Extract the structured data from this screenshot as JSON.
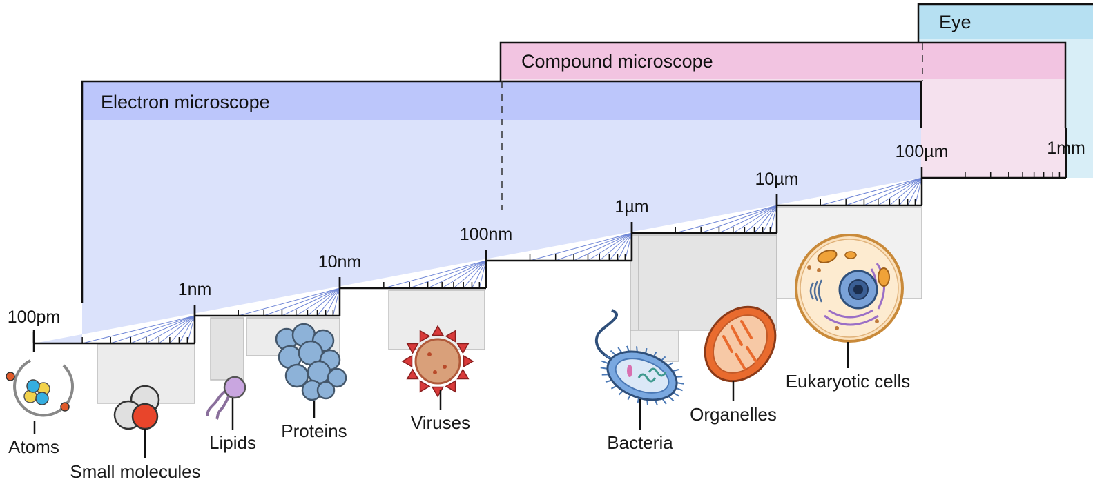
{
  "instruments": {
    "electron": {
      "label": "Electron microscope",
      "color_head": "#bcc6fb",
      "color_body": "#dbe2fb"
    },
    "compound": {
      "label": "Compound microscope",
      "color_head": "#f2c4e1",
      "color_body": "#f5e1ee"
    },
    "eye": {
      "label": "Eye",
      "color_head": "#b6e0f2",
      "color_body": "#d8eef7"
    }
  },
  "scale_labels": [
    "100pm",
    "1nm",
    "10nm",
    "100nm",
    "1µm",
    "10µm",
    "100µm",
    "1mm"
  ],
  "objects": [
    {
      "key": "atoms",
      "label": "Atoms",
      "icon": "atom-icon"
    },
    {
      "key": "small_molecules",
      "label": "Small molecules",
      "icon": "molecule-icon"
    },
    {
      "key": "lipids",
      "label": "Lipids",
      "icon": "lipid-icon"
    },
    {
      "key": "proteins",
      "label": "Proteins",
      "icon": "protein-icon"
    },
    {
      "key": "viruses",
      "label": "Viruses",
      "icon": "virus-icon"
    },
    {
      "key": "bacteria",
      "label": "Bacteria",
      "icon": "bacterium-icon"
    },
    {
      "key": "organelles",
      "label": "Organelles",
      "icon": "mitochondrion-icon"
    },
    {
      "key": "eukaryotic_cells",
      "label": "Eukaryotic cells",
      "icon": "cell-icon"
    }
  ],
  "colors": {
    "fan_line": "#6f86d6",
    "size_box": "#e6e6e6",
    "outline": "#111111"
  }
}
